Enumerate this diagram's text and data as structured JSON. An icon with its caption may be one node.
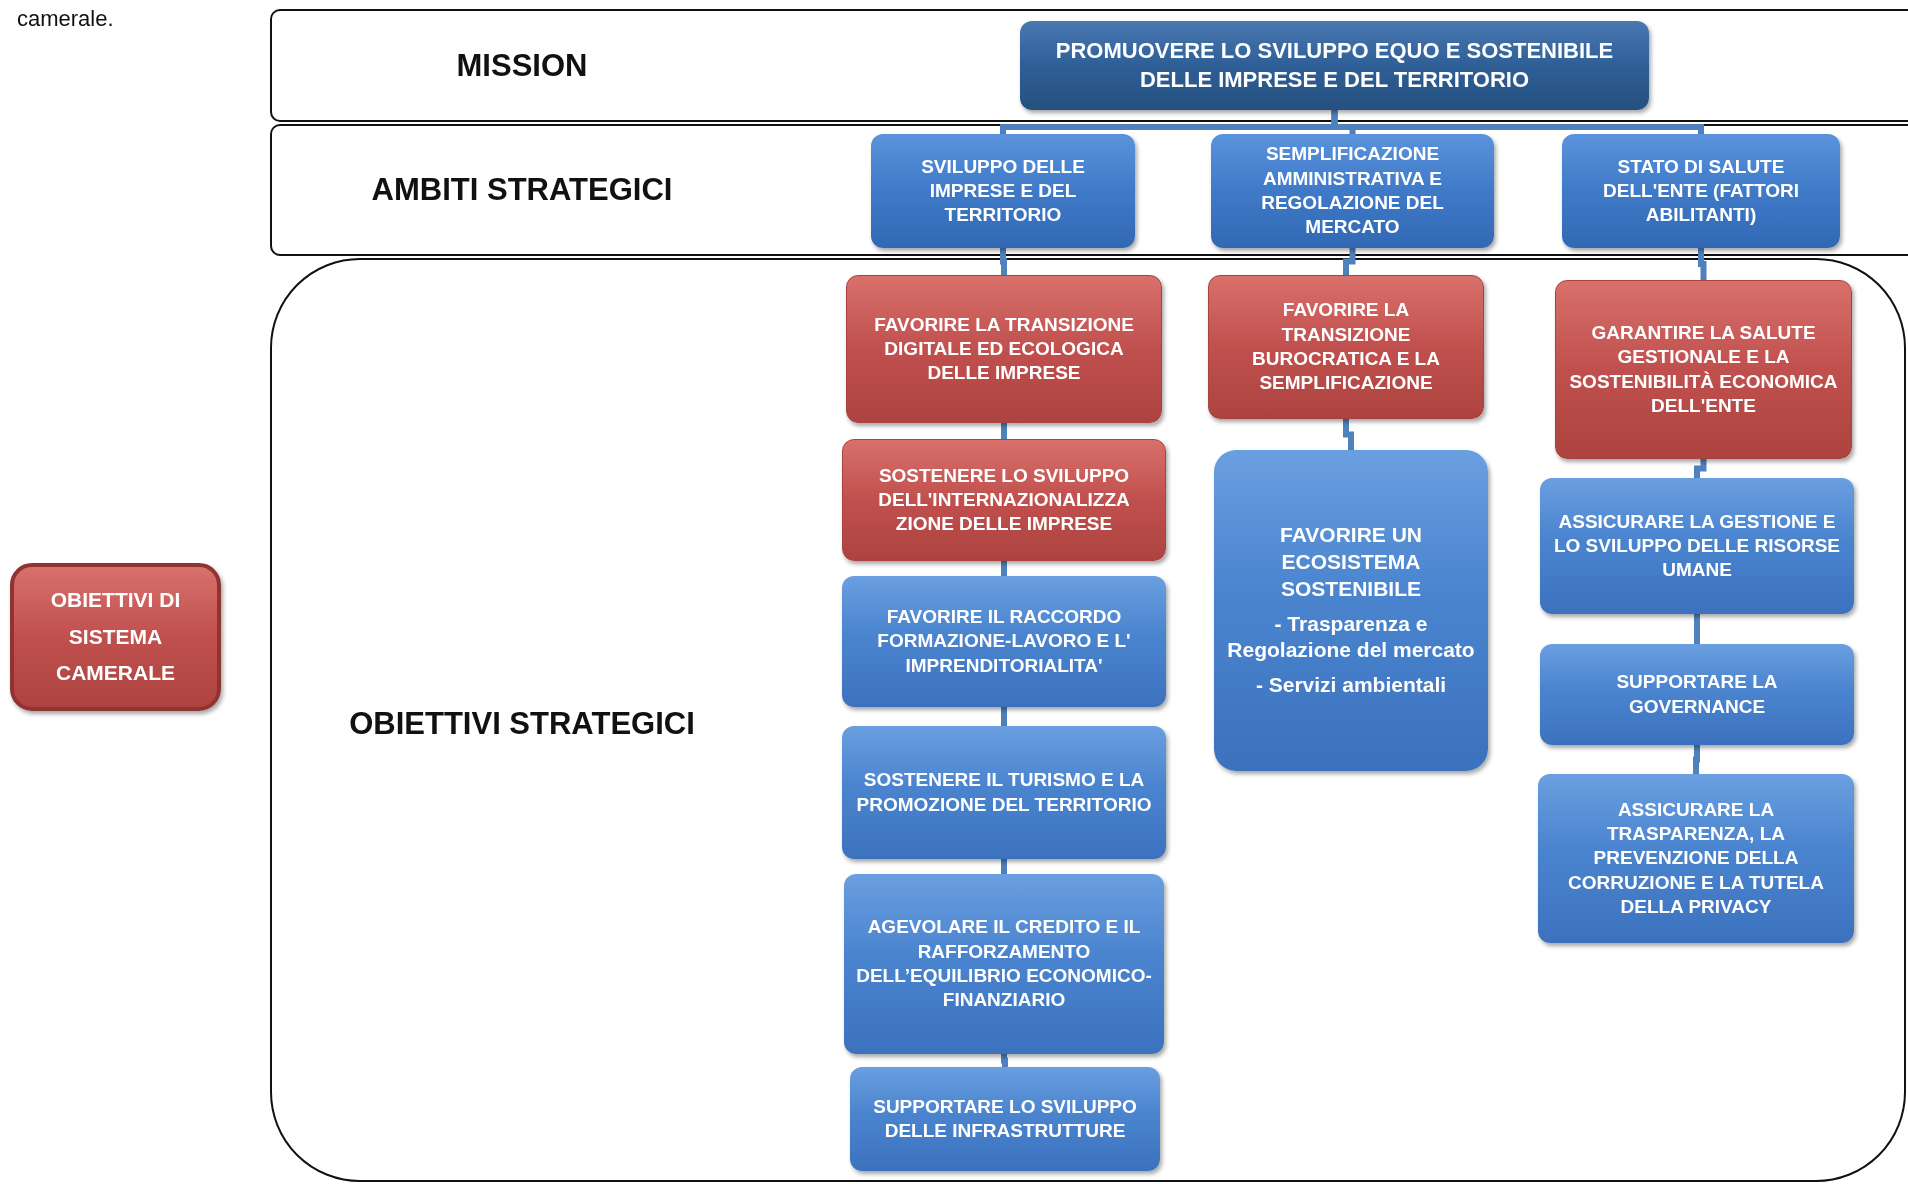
{
  "diagram": {
    "nodes": [
      {
        "text": [
          "MISSION"
        ]
      },
      {
        "text": [
          "PROMUOVERE LO SVILUPPO EQUO E SOSTENIBILE DELLE IMPRESE E DEL TERRITORIO"
        ],
        "in": 0
      },
      {
        "text": [
          "AMBITI STRATEGICI"
        ]
      },
      {
        "text": [
          "SVILUPPO DELLE IMPRESE E DEL TERRITORIO"
        ],
        "in": 2
      },
      {
        "text": [
          "SEMPLIFICAZIONE AMMINISTRATIVA E REGOLAZIONE DEL MERCATO"
        ],
        "in": 2
      },
      {
        "text": [
          "STATO DI SALUTE DELL'ENTE (FATTORI ABILITANTI)"
        ],
        "in": 2
      },
      {
        "text": [
          "OBIETTIVI STRATEGICI"
        ]
      },
      {
        "text": [
          "FAVORIRE LA TRANSIZIONE DIGITALE ED ECOLOGICA DELLE IMPRESE"
        ],
        "in": 6
      },
      {
        "text": [
          "SOSTENERE LO SVILUPPO DELL'INTERNAZIONALIZZA ZIONE DELLE IMPRESE"
        ],
        "in": 6
      },
      {
        "text": [
          "FAVORIRE IL RACCORDO FORMAZIONE-LAVORO E L' IMPRENDITORIALITA'"
        ],
        "in": 6
      },
      {
        "text": [
          "SOSTENERE IL TURISMO E LA PROMOZIONE DEL TERRITORIO"
        ],
        "in": 6
      },
      {
        "text": [
          "AGEVOLARE IL CREDITO E IL RAFFORZAMENTO DELL’EQUILIBRIO ECONOMICO-FINANZIARIO"
        ],
        "in": 6
      },
      {
        "text": [
          "SUPPORTARE LO SVILUPPO DELLE INFRASTRUTTURE"
        ],
        "in": 6
      },
      {
        "text": [
          "FAVORIRE LA TRANSIZIONE BUROCRATICA E LA SEMPLIFICAZIONE"
        ],
        "in": 6
      },
      {
        "text": [
          "FAVORIRE UN ECOSISTEMA SOSTENIBILE",
          "- Trasparenza e Regolazione del mercato",
          "- Servizi ambientali"
        ],
        "in": 6
      },
      {
        "text": [
          "GARANTIRE LA SALUTE GESTIONALE E LA SOSTENIBILITÀ ECONOMICA DELL'ENTE"
        ],
        "in": 6
      },
      {
        "text": [
          "ASSICURARE LA GESTIONE E LO SVILUPPO DELLE RISORSE UMANE"
        ],
        "in": 6
      },
      {
        "text": [
          "SUPPORTARE LA GOVERNANCE"
        ],
        "in": 6
      },
      {
        "text": [
          "ASSICURARE LA TRASPARENZA, LA PREVENZIONE DELLA CORRUZIONE E LA TUTELA DELLA PRIVACY"
        ],
        "in": 6
      },
      {
        "text": [
          "OBIETTIVI DI SISTEMA CAMERALE"
        ]
      }
    ],
    "edges": [
      {
        "from": 1,
        "to": 3,
        "arrow": "none"
      },
      {
        "from": 1,
        "to": 4,
        "arrow": "none"
      },
      {
        "from": 1,
        "to": 5,
        "arrow": "none"
      },
      {
        "from": 3,
        "to": 7,
        "arrow": "none"
      },
      {
        "from": 7,
        "to": 8,
        "arrow": "none"
      },
      {
        "from": 8,
        "to": 9,
        "arrow": "none"
      },
      {
        "from": 9,
        "to": 10,
        "arrow": "none"
      },
      {
        "from": 10,
        "to": 11,
        "arrow": "none"
      },
      {
        "from": 11,
        "to": 12,
        "arrow": "none"
      },
      {
        "from": 4,
        "to": 13,
        "arrow": "none"
      },
      {
        "from": 13,
        "to": 14,
        "arrow": "none"
      },
      {
        "from": 5,
        "to": 15,
        "arrow": "none"
      },
      {
        "from": 15,
        "to": 16,
        "arrow": "none"
      },
      {
        "from": 16,
        "to": 17,
        "arrow": "none"
      },
      {
        "from": 17,
        "to": 18,
        "arrow": "none"
      }
    ],
    "labels": [
      "camerale."
    ]
  }
}
